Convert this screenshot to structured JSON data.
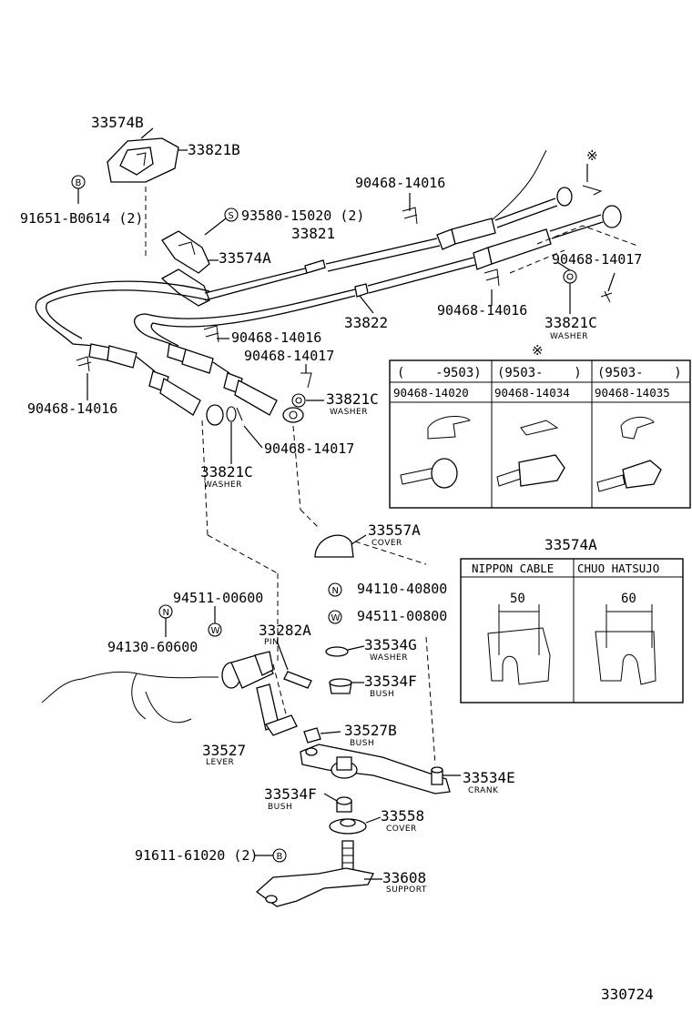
{
  "labels": {
    "p33574B": "33574B",
    "p33821B": "33821B",
    "p91651": "91651-B0614 (2)",
    "p93580": "93580-15020 (2)",
    "p33574A": "33574A",
    "p33821": "33821",
    "p90468_14016_top": "90468-14016",
    "p90468_14017_right": "90468-14017",
    "p90468_14016_mid": "90468-14016",
    "p33822": "33822",
    "p33821C_right": "33821C",
    "washer_right": "WASHER",
    "p90468_14016_center": "90468-14016",
    "p90468_14017_center": "90468-14017",
    "p90468_14016_left": "90468-14016",
    "p33821C_mid": "33821C",
    "washer_mid": "WASHER",
    "p90468_14017_low": "90468-14017",
    "p33821C_low": "33821C",
    "washer_low": "WASHER",
    "p33557A": "33557A",
    "cover_a": "COVER",
    "p94110": "94110-40800",
    "p94511_00800": "94511-00800",
    "p94511_00600": "94511-00600",
    "p94130": "94130-60600",
    "p33282A": "33282A",
    "pin": "PIN",
    "p33534G": "33534G",
    "washer_g": "WASHER",
    "p33534F_a": "33534F",
    "bush_f_a": "BUSH",
    "p33527B": "33527B",
    "bush_b": "BUSH",
    "p33527": "33527",
    "lever": "LEVER",
    "p33534E": "33534E",
    "crank": "CRANK",
    "p33534F_b": "33534F",
    "bush_f_b": "BUSH",
    "p33558": "33558",
    "cover_58": "COVER",
    "p91611": "91611-61020 (2)",
    "p33608": "33608",
    "support": "SUPPORT",
    "figure_no": "330724",
    "asterisk_top": "※",
    "asterisk_table": "※"
  },
  "callouts": {
    "B_top": "B",
    "S": "S",
    "N_right": "N",
    "W_right": "W",
    "N_left": "N",
    "W_left": "W",
    "B_bottom": "B"
  },
  "clip_table": {
    "headers": [
      "(    -9503)",
      "(9503-    )",
      "(9503-    )"
    ],
    "parts": [
      "90468-14020",
      "90468-14034",
      "90468-14035"
    ]
  },
  "plate_table": {
    "title": "33574A",
    "headers": [
      "NIPPON CABLE",
      "CHUO HATSUJO"
    ],
    "dims": [
      "50",
      "60"
    ]
  }
}
